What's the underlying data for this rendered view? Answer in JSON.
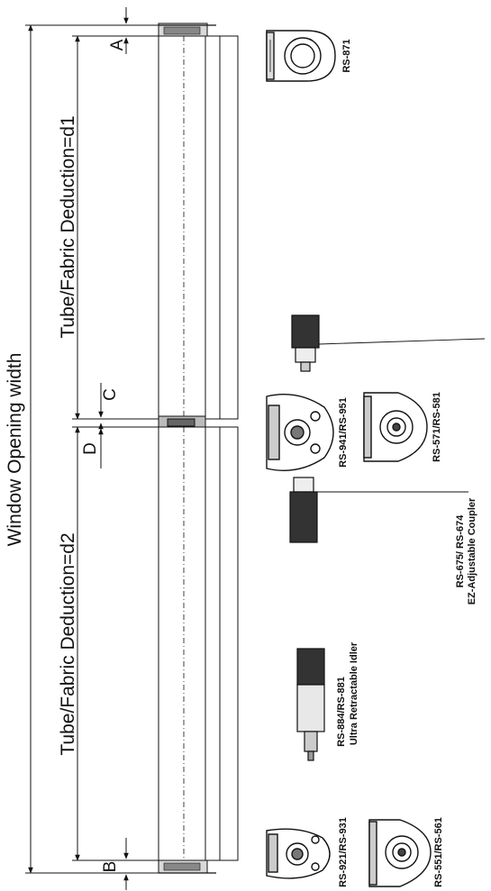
{
  "dimensions": {
    "overall": "Window Opening width",
    "d1": "Tube/Fabric Deduction=d1",
    "d2": "Tube/Fabric Deduction=d2",
    "A": "A",
    "B": "B",
    "C": "C",
    "D": "D"
  },
  "parts": {
    "rs871": "RS-871",
    "rs941": "RS-941/RS-951",
    "rs571": "RS-571/RS-581",
    "rs675_line1": "RS-675/ RS-674",
    "rs675_line2": "EZ-Adjustable Coupler",
    "rs884_line1": "RS-884/RS-881",
    "rs884_line2": "Ultra Retractable Idler",
    "rs921": "RS-921/RS-931",
    "rs551": "RS-551/RS-561"
  }
}
